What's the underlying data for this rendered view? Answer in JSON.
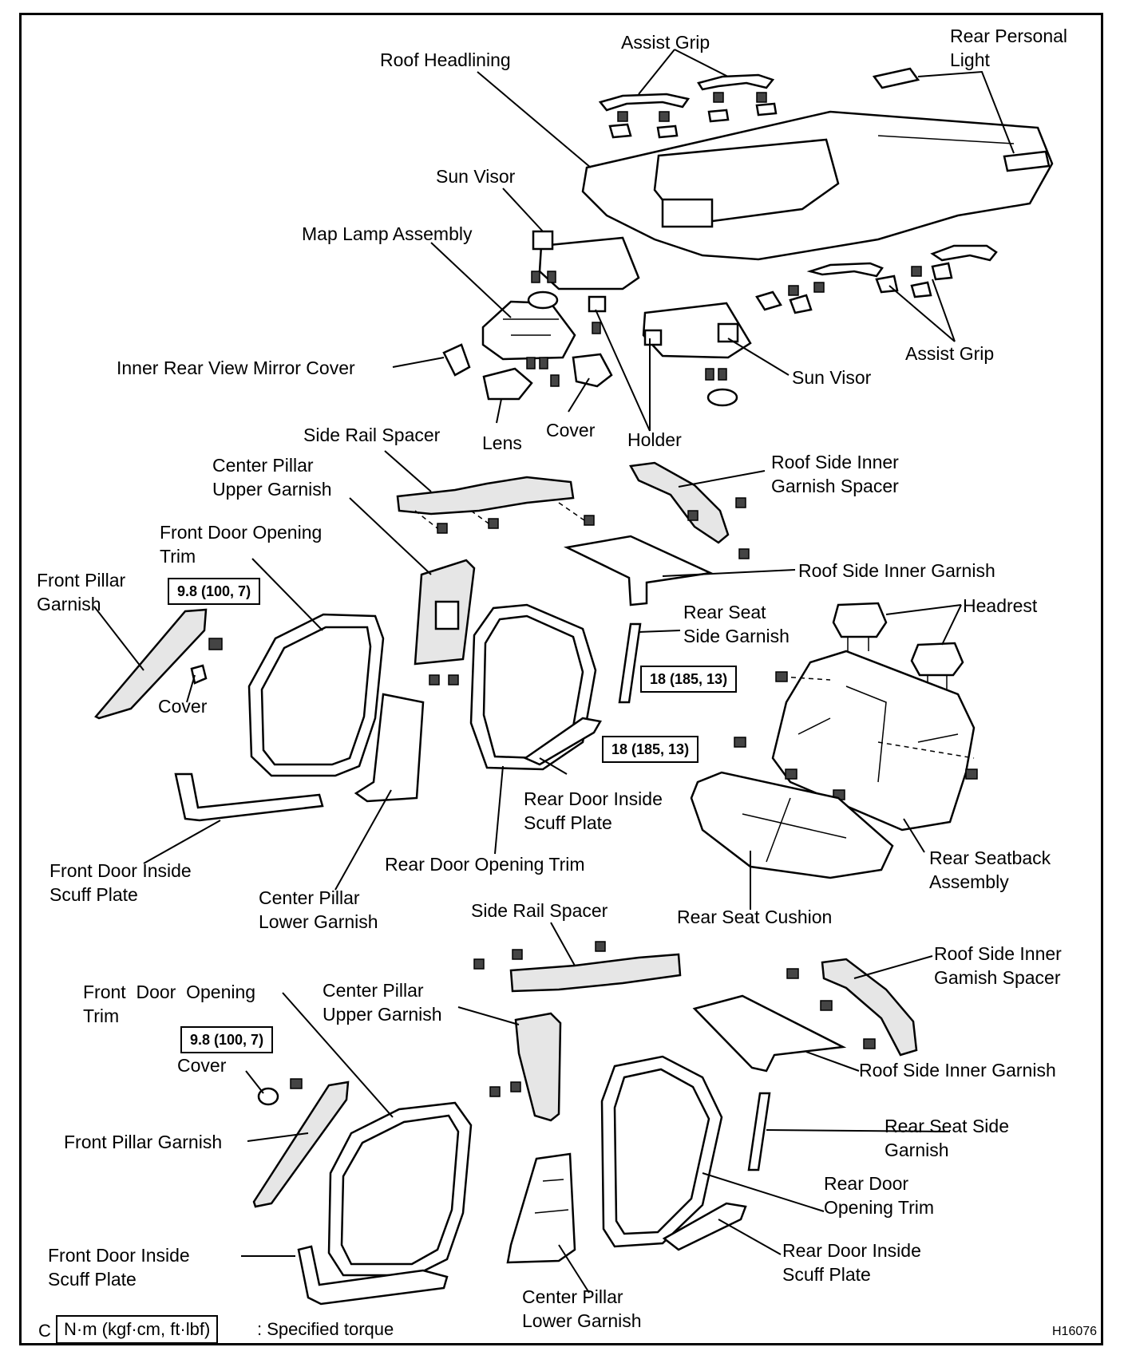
{
  "labels": {
    "roof_headlining": "Roof Headlining",
    "assist_grip_top": "Assist Grip",
    "rear_personal_light": "Rear Personal\nLight",
    "sun_visor_left": "Sun Visor",
    "map_lamp_assembly": "Map Lamp Assembly",
    "inner_rear_view_mirror_cover": "Inner Rear View Mirror Cover",
    "lens": "Lens",
    "cover_top": "Cover",
    "holder": "Holder",
    "sun_visor_right": "Sun Visor",
    "assist_grip_right": "Assist Grip",
    "side_rail_spacer_1": "Side Rail Spacer",
    "center_pillar_upper_garnish_1": "Center Pillar\nUpper Garnish",
    "roof_side_inner_garnish_spacer_1": "Roof Side Inner\nGarnish Spacer",
    "front_door_opening_trim_1": "Front Door Opening\nTrim",
    "front_pillar_garnish_1": "Front Pillar\nGarnish",
    "roof_side_inner_garnish_1": "Roof Side Inner Garnish",
    "rear_seat_side_garnish_1": "Rear Seat\nSide Garnish",
    "headrest": "Headrest",
    "cover_mid": "Cover",
    "rear_door_inside_scuff_plate_1": "Rear Door Inside\nScuff Plate",
    "front_door_inside_scuff_plate_1": "Front Door Inside\nScuff Plate",
    "rear_door_opening_trim_1": "Rear Door Opening Trim",
    "rear_seatback_assembly": "Rear Seatback\nAssembly",
    "center_pillar_lower_garnish_1": "Center Pillar\nLower Garnish",
    "rear_seat_cushion": "Rear Seat Cushion",
    "side_rail_spacer_2": "Side Rail Spacer",
    "roof_side_inner_garnish_spacer_2": "Roof Side Inner\nGamish Spacer",
    "front_door_opening_trim_2": "Front  Door  Opening\nTrim",
    "center_pillar_upper_garnish_2": "Center Pillar\nUpper Garnish",
    "cover_bottom": "Cover",
    "roof_side_inner_garnish_2": "Roof Side Inner Garnish",
    "front_pillar_garnish_2": "Front Pillar Garnish",
    "rear_seat_side_garnish_2": "Rear Seat Side\nGarnish",
    "rear_door_opening_trim_2": "Rear Door\nOpening Trim",
    "front_door_inside_scuff_plate_2": "Front Door Inside\nScuff Plate",
    "rear_door_inside_scuff_plate_2": "Rear Door Inside\nScuff Plate",
    "center_pillar_lower_garnish_2": "Center Pillar\nLower Garnish"
  },
  "torque": {
    "front_pillar_1": "9.8 (100, 7)",
    "seatback_upper": "18 (185, 13)",
    "seatback_lower": "18 (185, 13)",
    "front_pillar_2": "9.8 (100, 7)"
  },
  "legend": {
    "prefix": "C",
    "unit": "N·m (kgf·cm, ft·lbf)",
    "meaning": ": Specified torque"
  },
  "figure_code": "H16076"
}
